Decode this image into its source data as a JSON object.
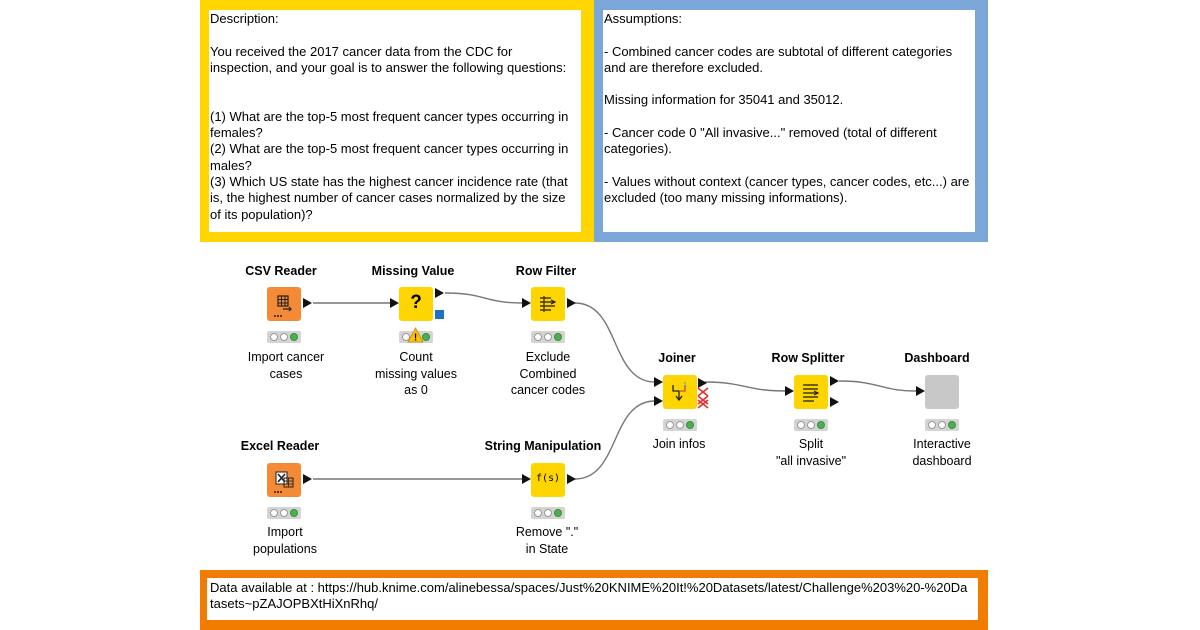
{
  "annotations": {
    "description": "Description:\n\nYou received the 2017 cancer data from the CDC for inspection, and your goal is to answer the following questions:\n\n\n(1) What are the top-5 most frequent cancer types occurring in females?\n(2) What are the top-5 most frequent cancer types occurring in males?\n(3) Which US state has the highest cancer incidence rate (that is, the highest number of cancer cases normalized by the size of its population)?",
    "assumptions": "Assumptions:\n\n- Combined cancer codes are subtotal of different categories and are therefore excluded.\n\nMissing information for 35041 and 35012.\n\n- Cancer code 0 \"All invasive...\" removed (total of different categories).\n\n- Values without context (cancer types, cancer codes, etc...) are excluded (too many missing informations).",
    "data_source": "Data available at : https://hub.knime.com/alinebessa/spaces/Just%20KNIME%20It!%20Datasets/latest/Challenge%203%20-%20Datasets~pZAJOPBXtHiXnRhq/"
  },
  "colors": {
    "description_border": "#FFD600",
    "assumptions_border": "#7BA7D8",
    "data_border": "#F27C00",
    "source_node": "#F58A36",
    "manipulator_node": "#FFD500",
    "view_node": "#C8C8C8",
    "status_green": "#4CAF50",
    "warning": "#FFC107"
  },
  "nodes": {
    "csv_reader": {
      "title": "CSV Reader",
      "label": "Import cancer\ncases",
      "icon": "table-arrow-icon"
    },
    "missing_value": {
      "title": "Missing Value",
      "label": "Count\nmissing values\nas 0",
      "icon": "question-mark-icon"
    },
    "row_filter": {
      "title": "Row Filter",
      "label": "Exclude\nCombined\ncancer codes",
      "icon": "filter-rows-icon"
    },
    "joiner": {
      "title": "Joiner",
      "label": "Join infos",
      "icon": "join-icon"
    },
    "row_splitter": {
      "title": "Row Splitter",
      "label": "Split\n\"all invasive\"",
      "icon": "split-rows-icon"
    },
    "dashboard": {
      "title": "Dashboard",
      "label": "Interactive\ndashboard",
      "icon": "component-icon"
    },
    "excel_reader": {
      "title": "Excel Reader",
      "label": "Import\npopulations",
      "icon": "excel-icon"
    },
    "string_manipulation": {
      "title": "String Manipulation",
      "label": "Remove \".\"\nin State",
      "icon": "string-function-icon"
    }
  },
  "icon_glyphs": {
    "missing_value": "?",
    "string_manipulation": "f(s)"
  }
}
